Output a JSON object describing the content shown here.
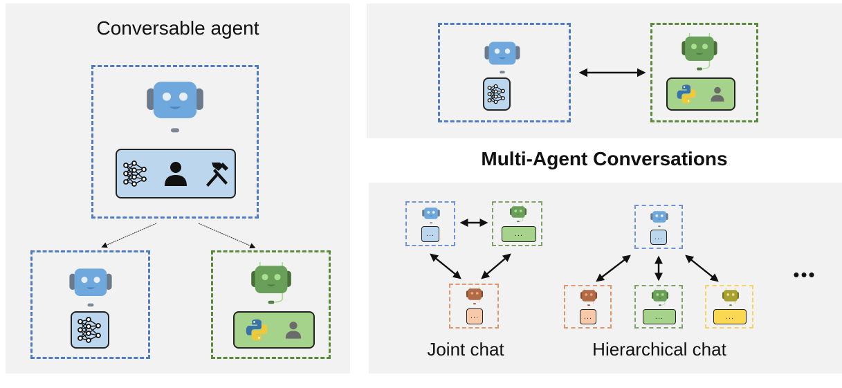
{
  "left_panel": {
    "title": "Conversable agent",
    "root_agent": {
      "color": "#6fa8dc",
      "capabilities": [
        "neural-network-icon",
        "person-icon",
        "tools-icon"
      ]
    },
    "child_agents": [
      {
        "color": "#6fa8dc",
        "capabilities": [
          "neural-network-icon"
        ]
      },
      {
        "color": "#6a9f5a",
        "capabilities": [
          "python-icon",
          "person-icon"
        ]
      }
    ]
  },
  "center_title": "Multi-Agent Conversations",
  "top_right_panel": {
    "agents": [
      {
        "color": "#6fa8dc",
        "capabilities": [
          "neural-network-icon"
        ]
      },
      {
        "color": "#6a9f5a",
        "capabilities": [
          "python-icon",
          "person-icon"
        ]
      }
    ]
  },
  "bottom_right_panel": {
    "joint_chat_label": "Joint chat",
    "hierarchical_chat_label": "Hierarchical chat",
    "ellipsis": "•••",
    "placeholder": "..."
  },
  "colors": {
    "blue": "#4f7bc8",
    "green": "#5a8a3c",
    "orange": "#e0956a",
    "yellow": "#f2d45e",
    "panel_bg": "#f2f2f2"
  }
}
